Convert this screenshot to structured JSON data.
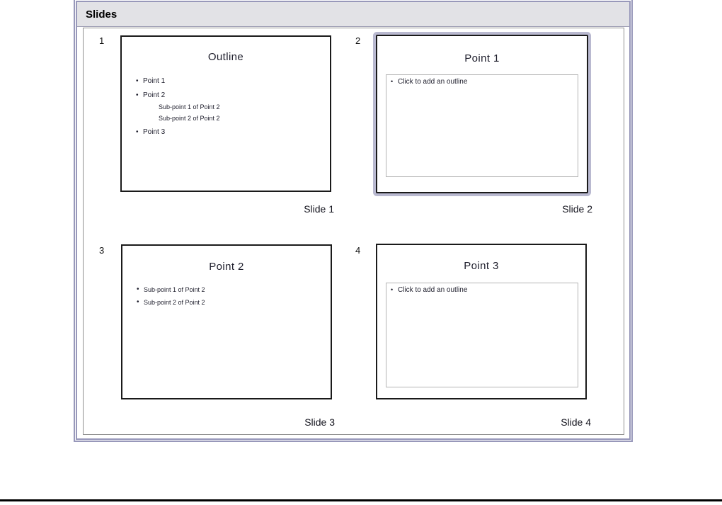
{
  "panel": {
    "title": "Slides"
  },
  "slides": [
    {
      "number": "1",
      "title": "Outline",
      "label": "Slide 1",
      "selected": false,
      "bullets": [
        {
          "level": 1,
          "text": "Point 1"
        },
        {
          "level": 1,
          "text": "Point 2"
        },
        {
          "level": 2,
          "text": "Sub-point 1 of Point 2"
        },
        {
          "level": 2,
          "text": "Sub-point 2 of Point 2"
        },
        {
          "level": 1,
          "text": "Point 3"
        }
      ]
    },
    {
      "number": "2",
      "title": "Point 1",
      "label": "Slide 2",
      "selected": true,
      "placeholder": "Click to add an outline"
    },
    {
      "number": "3",
      "title": "Point 2",
      "label": "Slide 3",
      "selected": false,
      "bullets": [
        {
          "level": 1,
          "text": "Sub-point 1 of Point 2"
        },
        {
          "level": 1,
          "text": "Sub-point 2 of Point 2"
        }
      ]
    },
    {
      "number": "4",
      "title": "Point 3",
      "label": "Slide 4",
      "selected": false,
      "placeholder": "Click to add an outline"
    }
  ],
  "colors": {
    "panel_border": "#9898ba",
    "header_background": "#e2e2e6",
    "selection_ring": "#b9b9d0",
    "slide_border": "#1a1a1a",
    "slide_text": "#1d1d2b",
    "bottom_divider": "#000000"
  }
}
